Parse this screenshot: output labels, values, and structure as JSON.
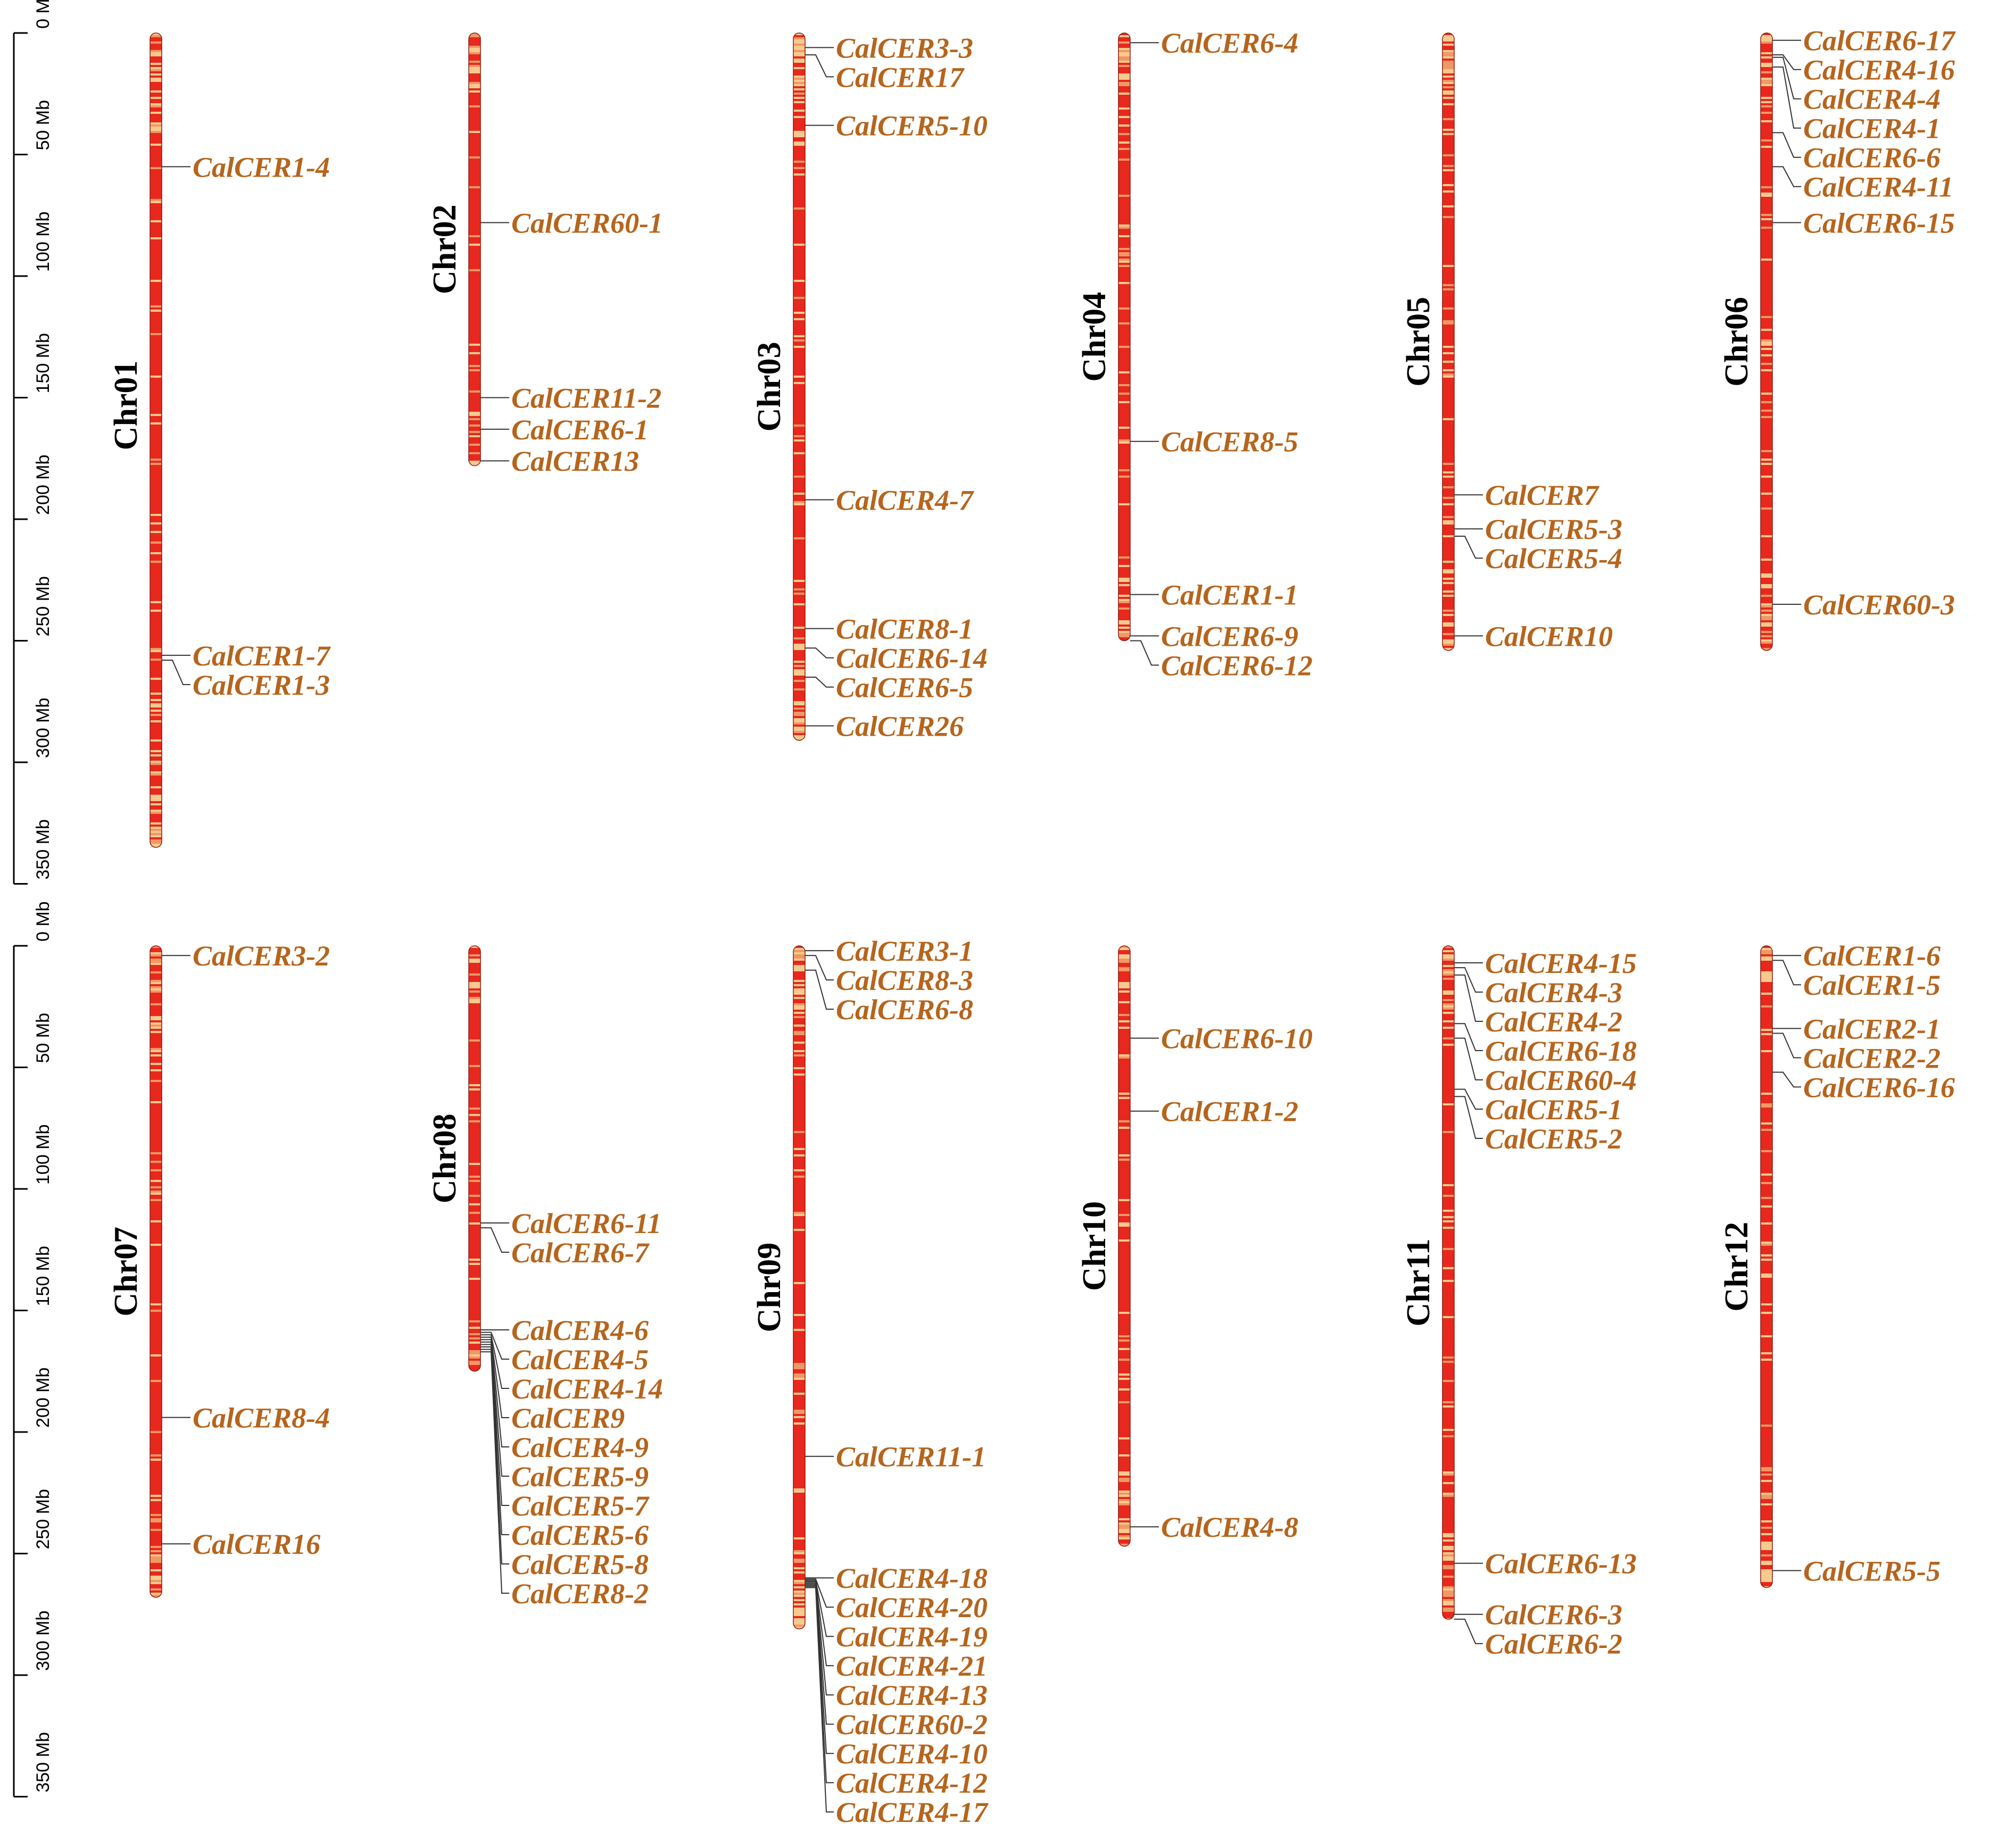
{
  "colors": {
    "gene_label": "#b5651d",
    "chromosome_fill": "#e8281e",
    "density_low": "#f7dc9a",
    "leader_line": "#333333",
    "axis": "#000000",
    "chr_label": "#000000"
  },
  "scale": {
    "unit": "Mb",
    "ticks": [
      0,
      50,
      100,
      150,
      200,
      250,
      300,
      350
    ],
    "tick_labels": [
      "0 Mb",
      "50 Mb",
      "100 Mb",
      "150 Mb",
      "200 Mb",
      "250 Mb",
      "300 Mb",
      "350 Mb"
    ]
  },
  "chart_data": {
    "type": "chromosome-ideogram",
    "axis_range": [
      0,
      350
    ],
    "chromosomes": [
      {
        "name": "Chr01",
        "length": 335,
        "genes": [
          {
            "name": "CalCER1-4",
            "pos": 55
          },
          {
            "name": "CalCER1-7",
            "pos": 256
          },
          {
            "name": "CalCER1-3",
            "pos": 258
          }
        ]
      },
      {
        "name": "Chr02",
        "length": 178,
        "genes": [
          {
            "name": "CalCER60-1",
            "pos": 78
          },
          {
            "name": "CalCER11-2",
            "pos": 150
          },
          {
            "name": "CalCER6-1",
            "pos": 163
          },
          {
            "name": "CalCER13",
            "pos": 176
          }
        ]
      },
      {
        "name": "Chr03",
        "length": 291,
        "genes": [
          {
            "name": "CalCER3-3",
            "pos": 6
          },
          {
            "name": "CalCER17",
            "pos": 9
          },
          {
            "name": "CalCER5-10",
            "pos": 38
          },
          {
            "name": "CalCER4-7",
            "pos": 192
          },
          {
            "name": "CalCER8-1",
            "pos": 245
          },
          {
            "name": "CalCER6-14",
            "pos": 253
          },
          {
            "name": "CalCER6-5",
            "pos": 265
          },
          {
            "name": "CalCER26",
            "pos": 285
          }
        ]
      },
      {
        "name": "Chr04",
        "length": 250,
        "genes": [
          {
            "name": "CalCER6-4",
            "pos": 4
          },
          {
            "name": "CalCER8-5",
            "pos": 168
          },
          {
            "name": "CalCER1-1",
            "pos": 231
          },
          {
            "name": "CalCER6-9",
            "pos": 248
          },
          {
            "name": "CalCER6-12",
            "pos": 250
          }
        ]
      },
      {
        "name": "Chr05",
        "length": 254,
        "genes": [
          {
            "name": "CalCER7",
            "pos": 190
          },
          {
            "name": "CalCER5-3",
            "pos": 204
          },
          {
            "name": "CalCER5-4",
            "pos": 207
          },
          {
            "name": "CalCER10",
            "pos": 248
          }
        ]
      },
      {
        "name": "Chr06",
        "length": 254,
        "genes": [
          {
            "name": "CalCER6-17",
            "pos": 3
          },
          {
            "name": "CalCER4-16",
            "pos": 9
          },
          {
            "name": "CalCER4-4",
            "pos": 10
          },
          {
            "name": "CalCER4-1",
            "pos": 14
          },
          {
            "name": "CalCER6-6",
            "pos": 41
          },
          {
            "name": "CalCER4-11",
            "pos": 55
          },
          {
            "name": "CalCER6-15",
            "pos": 78
          },
          {
            "name": "CalCER60-3",
            "pos": 235
          }
        ]
      },
      {
        "name": "Chr07",
        "length": 268,
        "genes": [
          {
            "name": "CalCER3-2",
            "pos": 4
          },
          {
            "name": "CalCER8-4",
            "pos": 194
          },
          {
            "name": "CalCER16",
            "pos": 246
          }
        ]
      },
      {
        "name": "Chr08",
        "length": 175,
        "genes": [
          {
            "name": "CalCER6-11",
            "pos": 114
          },
          {
            "name": "CalCER6-7",
            "pos": 116
          },
          {
            "name": "CalCER4-6",
            "pos": 158
          },
          {
            "name": "CalCER4-5",
            "pos": 159
          },
          {
            "name": "CalCER4-14",
            "pos": 160
          },
          {
            "name": "CalCER9",
            "pos": 161
          },
          {
            "name": "CalCER4-9",
            "pos": 162
          },
          {
            "name": "CalCER5-9",
            "pos": 163
          },
          {
            "name": "CalCER5-7",
            "pos": 164
          },
          {
            "name": "CalCER5-6",
            "pos": 165
          },
          {
            "name": "CalCER5-8",
            "pos": 166
          },
          {
            "name": "CalCER8-2",
            "pos": 167
          }
        ]
      },
      {
        "name": "Chr09",
        "length": 281,
        "genes": [
          {
            "name": "CalCER3-1",
            "pos": 2
          },
          {
            "name": "CalCER8-3",
            "pos": 4
          },
          {
            "name": "CalCER6-8",
            "pos": 10
          },
          {
            "name": "CalCER11-1",
            "pos": 210
          },
          {
            "name": "CalCER4-18",
            "pos": 260
          },
          {
            "name": "CalCER4-20",
            "pos": 260.5
          },
          {
            "name": "CalCER4-19",
            "pos": 261
          },
          {
            "name": "CalCER4-21",
            "pos": 261.5
          },
          {
            "name": "CalCER4-13",
            "pos": 262
          },
          {
            "name": "CalCER60-2",
            "pos": 262.5
          },
          {
            "name": "CalCER4-10",
            "pos": 263
          },
          {
            "name": "CalCER4-12",
            "pos": 263.5
          },
          {
            "name": "CalCER4-17",
            "pos": 264
          }
        ]
      },
      {
        "name": "Chr10",
        "length": 247,
        "genes": [
          {
            "name": "CalCER6-10",
            "pos": 38
          },
          {
            "name": "CalCER1-2",
            "pos": 68
          },
          {
            "name": "CalCER4-8",
            "pos": 239
          }
        ]
      },
      {
        "name": "Chr11",
        "length": 277,
        "genes": [
          {
            "name": "CalCER4-15",
            "pos": 7
          },
          {
            "name": "CalCER4-3",
            "pos": 9
          },
          {
            "name": "CalCER4-2",
            "pos": 12
          },
          {
            "name": "CalCER6-18",
            "pos": 32
          },
          {
            "name": "CalCER60-4",
            "pos": 38
          },
          {
            "name": "CalCER5-1",
            "pos": 59
          },
          {
            "name": "CalCER5-2",
            "pos": 62
          },
          {
            "name": "CalCER6-13",
            "pos": 254
          },
          {
            "name": "CalCER6-3",
            "pos": 275
          },
          {
            "name": "CalCER6-2",
            "pos": 277
          }
        ]
      },
      {
        "name": "Chr12",
        "length": 264,
        "genes": [
          {
            "name": "CalCER1-6",
            "pos": 4
          },
          {
            "name": "CalCER1-5",
            "pos": 6
          },
          {
            "name": "CalCER2-1",
            "pos": 34
          },
          {
            "name": "CalCER2-2",
            "pos": 36
          },
          {
            "name": "CalCER6-16",
            "pos": 52
          },
          {
            "name": "CalCER5-5",
            "pos": 257
          }
        ]
      }
    ]
  }
}
